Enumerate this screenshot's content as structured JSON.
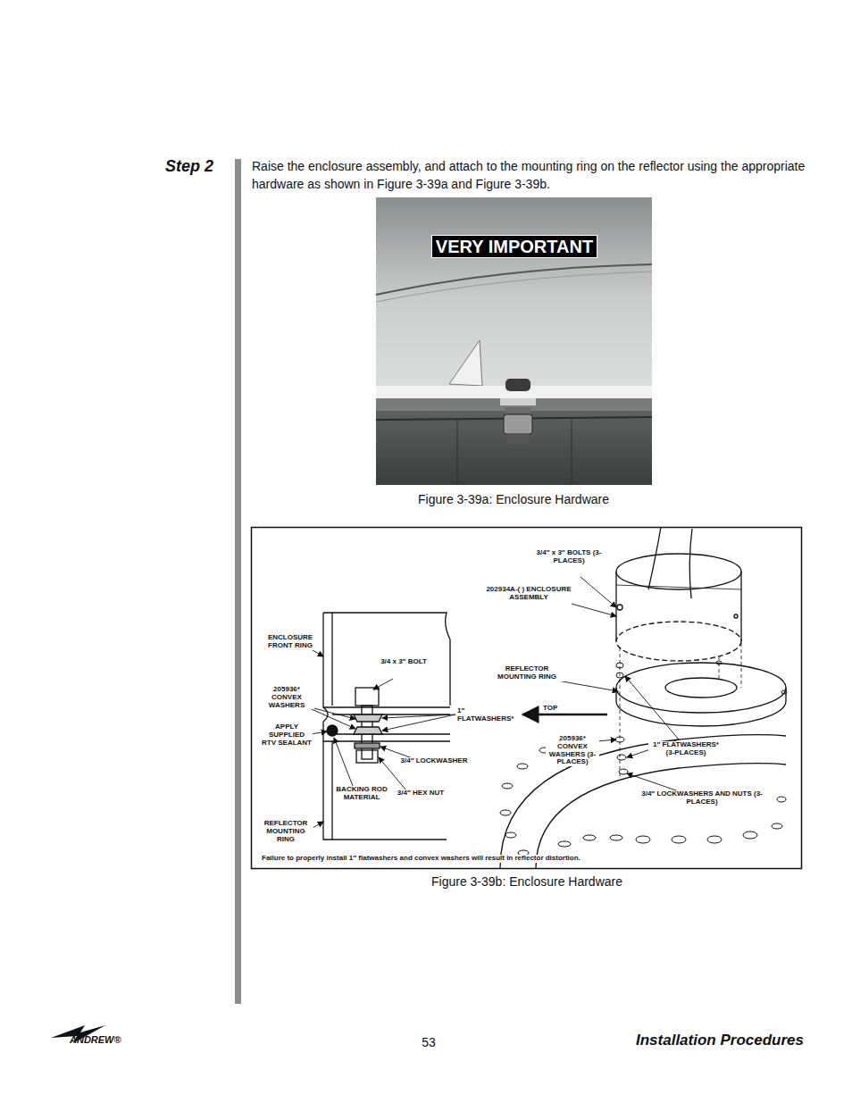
{
  "diagram": {
    "nodes": [
      {
        "text": [
          "VERY IMPORTANT"
        ]
      }
    ],
    "labels": [
      "Step 2",
      "Raise the enclosure assembly, and attach to the mounting ring on the reflector using the appropriate hardware as shown in Figure 3-39a and Figure 3-39b.",
      "Figure 3-39a: Enclosure Hardware",
      "3/4″ x 3″ BOLTS (3-PLACES)",
      "202934A-( ) ENCLOSURE ASSEMBLY",
      "ENCLOSURE FRONT RING",
      "3/4 x 3″ BOLT",
      "205936* CONVEX WASHERS",
      "REFLECTOR MOUNTING RING",
      "1″ FLATWASHERS*",
      "TOP",
      "APPLY SUPPLIED RTV SEALANT",
      "205936* CONVEX WASHERS (3-PLACES)",
      "1″ FLATWASHERS* (3-PLACES)",
      "3/4″ LOCKWASHER",
      "BACKING ROD MATERIAL",
      "3/4″ HEX NUT",
      "3/4″ LOCKWASHERS AND NUTS (3-PLACES)",
      "REFLECTOR MOUNTING RING",
      "Failure to properly install 1″ flatwashers and convex washers will result in reflector distortion.",
      "Figure 3-39b: Enclosure Hardware",
      "53",
      "Installation Procedures",
      "ANDREW®"
    ]
  }
}
